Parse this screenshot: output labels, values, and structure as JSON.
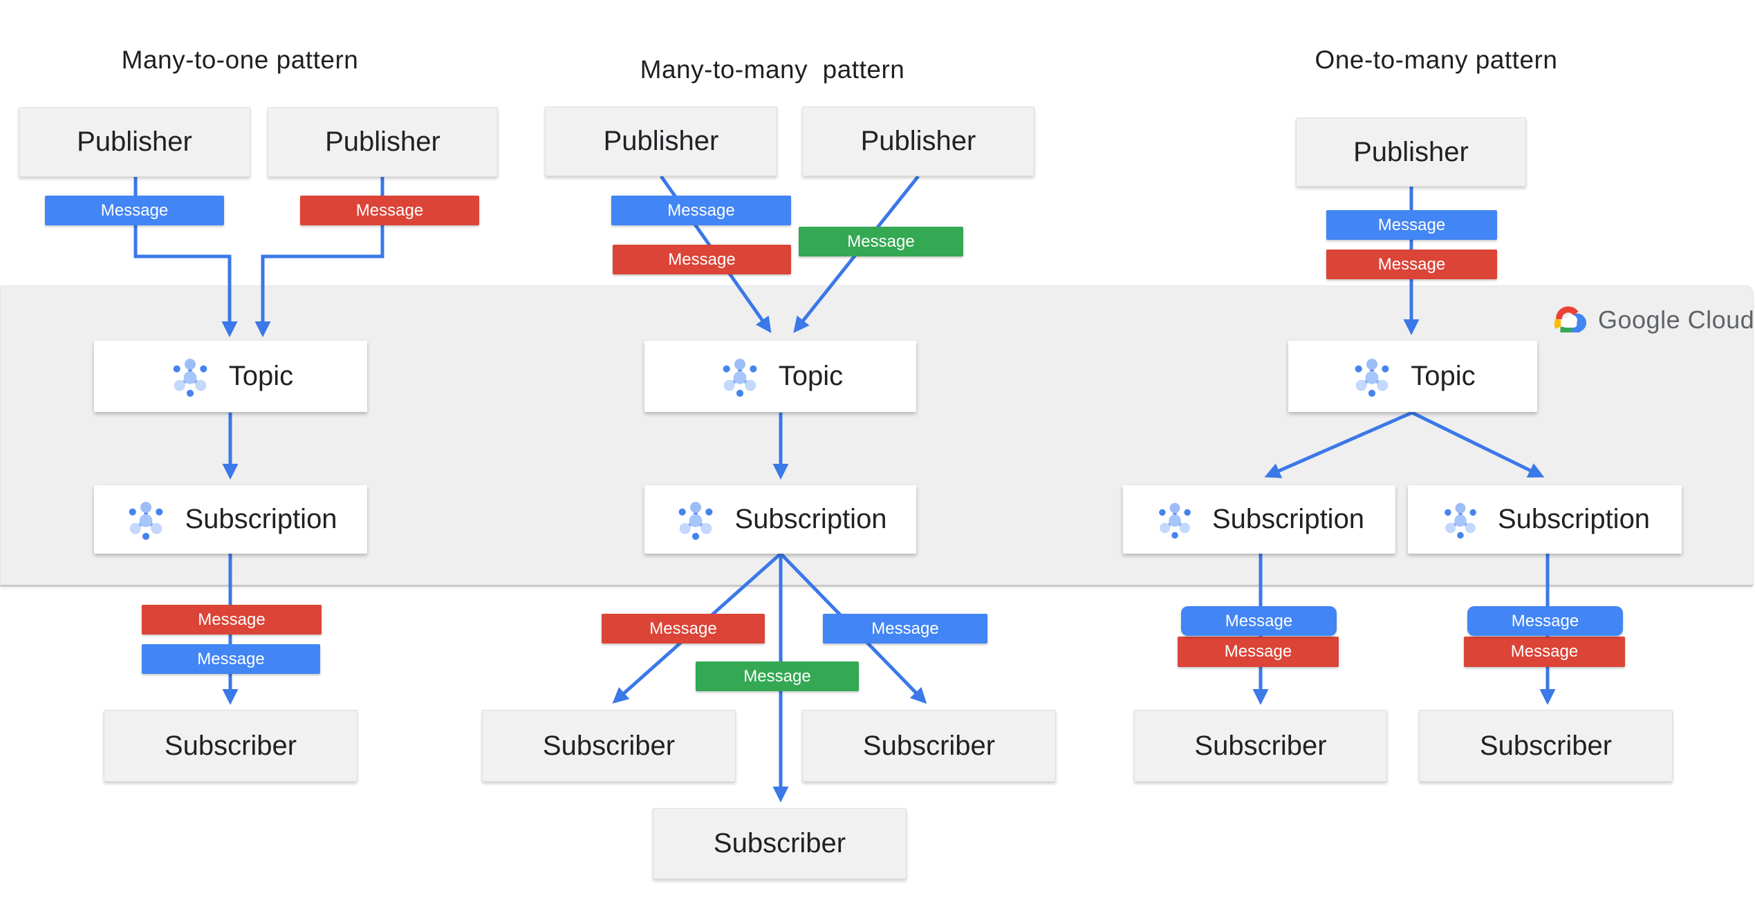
{
  "titles": {
    "many_to_one": "Many-to-one pattern",
    "many_to_many": "Many-to-many  pattern",
    "one_to_many": "One-to-many pattern"
  },
  "labels": {
    "publisher": "Publisher",
    "subscriber": "Subscriber",
    "topic": "Topic",
    "subscription": "Subscription",
    "message": "Message"
  },
  "logo": {
    "text": "Google Cloud"
  },
  "colors": {
    "message_blue": "#4285F4",
    "message_red": "#DB4437",
    "message_green": "#34A853",
    "arrow_blue": "#3B78E8",
    "band_background": "#EFEFEF",
    "gray_node_background": "#F1F1F1",
    "white_node_background": "#FFFFFF",
    "logo_text_gray": "#5F6368"
  },
  "patterns": [
    {
      "title": "Many-to-one pattern",
      "publishers": 2,
      "topics": 1,
      "subscriptions": 1,
      "subscribers": 1,
      "published_message_colors": [
        "blue",
        "red"
      ],
      "delivered_message_colors": [
        "red",
        "blue"
      ]
    },
    {
      "title": "Many-to-many  pattern",
      "publishers": 2,
      "topics": 1,
      "subscriptions": 1,
      "subscribers": 3,
      "published_message_colors": [
        "blue",
        "red",
        "green"
      ],
      "delivered_message_colors": [
        "red",
        "blue",
        "green"
      ]
    },
    {
      "title": "One-to-many pattern",
      "publishers": 1,
      "topics": 1,
      "subscriptions": 2,
      "subscribers": 2,
      "published_message_colors": [
        "blue",
        "red"
      ],
      "delivered_message_colors": [
        "blue",
        "red",
        "blue",
        "red"
      ]
    }
  ]
}
